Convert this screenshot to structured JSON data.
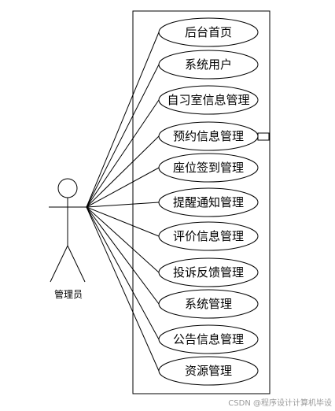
{
  "actor": {
    "name": "管理员"
  },
  "use_cases": [
    {
      "label": "后台首页"
    },
    {
      "label": "系统用户"
    },
    {
      "label": "自习室信息管理"
    },
    {
      "label": "预约信息管理"
    },
    {
      "label": "座位签到管理"
    },
    {
      "label": "提醒通知管理"
    },
    {
      "label": "评价信息管理"
    },
    {
      "label": "投诉反馈管理"
    },
    {
      "label": "系统管理"
    },
    {
      "label": "公告信息管理"
    },
    {
      "label": "资源管理"
    }
  ],
  "watermark": "CSDN @程序设计计算机毕设",
  "colors": {
    "stroke": "#000000",
    "background": "#ffffff",
    "watermark": "#9a9a9a"
  }
}
